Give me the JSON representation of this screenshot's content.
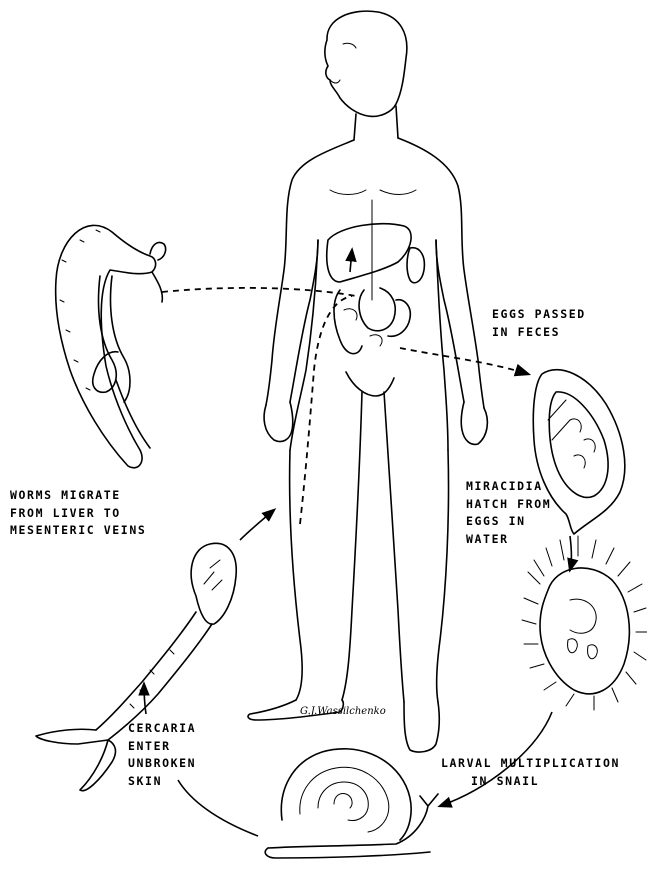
{
  "labels": {
    "eggs": [
      "EGGS PASSED",
      "IN FECES"
    ],
    "worms": [
      "WORMS MIGRATE",
      "FROM LIVER TO",
      "MESENTERIC VEINS"
    ],
    "miracidia": [
      "MIRACIDIA",
      "HATCH FROM",
      "EGGS IN",
      "WATER"
    ],
    "larval": [
      "LARVAL MULTIPLICATION",
      "IN SNAIL"
    ],
    "cercaria": [
      "CERCARIA",
      "ENTER",
      "UNBROKEN",
      "SKIN"
    ]
  },
  "signature": "G.J.Wassilchenko",
  "colors": {
    "ink": "#000000",
    "background": "#ffffff"
  }
}
